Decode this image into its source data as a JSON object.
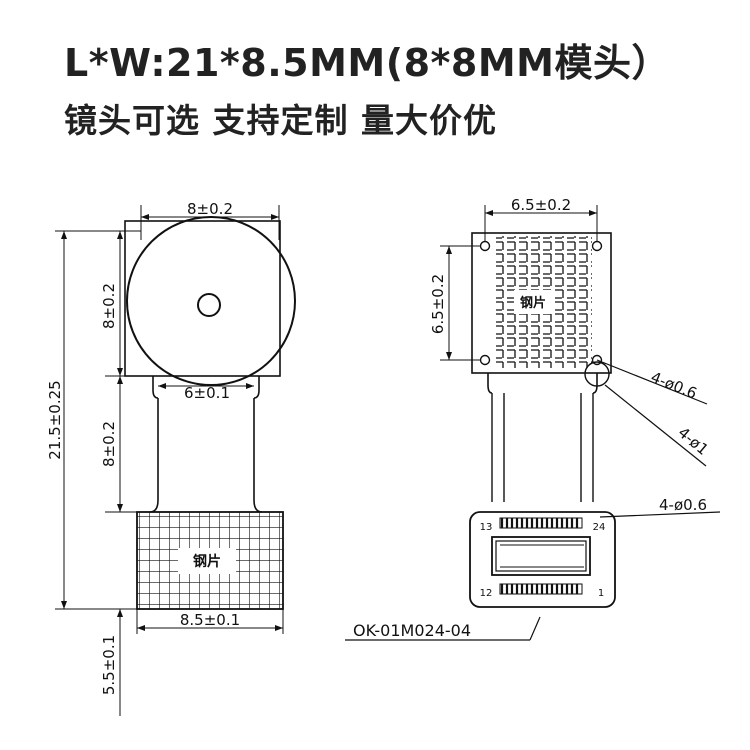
{
  "header": {
    "title": "L*W:21*8.5MM(8*8MM模头）",
    "subtitle": "镜头可选 支持定制 量大价优"
  },
  "left_view": {
    "dim_lens_width": "8±0.2",
    "dim_lens_height": "8±0.2",
    "dim_total_length": "21.5±0.25",
    "dim_flex_width": "6±0.1",
    "dim_flex_length": "8±0.2",
    "dim_stiffener_width": "8.5±0.1",
    "dim_stiffener_height": "5.5±0.1",
    "stiffener_label": "钢片"
  },
  "right_view": {
    "dim_pcb_width": "6.5±0.2",
    "dim_pcb_height": "6.5±0.2",
    "hole_callout_1": "4-ø0.6",
    "hole_callout_2": "4-ø1",
    "hole_callout_3": "4-ø0.6",
    "chip_label": "钢片",
    "pin_13": "13",
    "pin_24": "24",
    "pin_12": "12",
    "pin_1": "1",
    "part_number": "OK-01M024-04"
  }
}
